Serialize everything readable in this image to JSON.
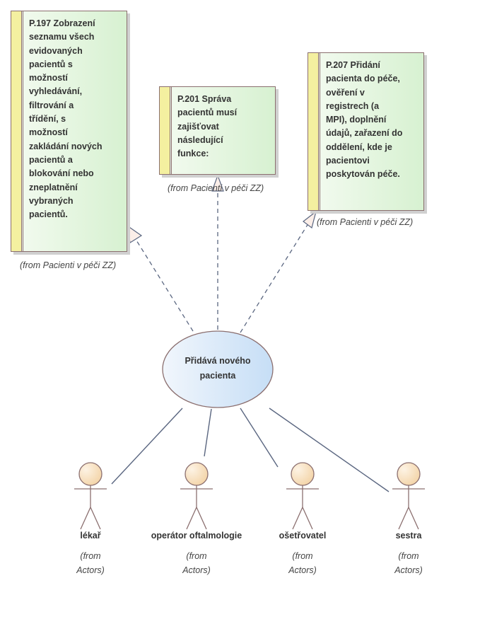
{
  "requirements": [
    {
      "id": "req-197",
      "text": "P.197  Zobrazení\nseznamu všech\nevidovaných\npacientů s\nmožností\nvyhledávání,\nfiltrování a\ntřídění, s\nmožností\nzakládání nových\npacientů a\nblokování nebo\nzneplatnění\nvybraných\npacientů.",
      "from": "(from Pacienti v péči ZZ)"
    },
    {
      "id": "req-201",
      "text": "P.201  Správa\npacientů musí\nzajišťovat\nnásledující\nfunkce:",
      "from": "(from Pacienti v péči ZZ)"
    },
    {
      "id": "req-207",
      "text": "P.207  Přidání\npacienta do péče,\nověření v\nregistrech (a\nMPI), doplnění\núdajů, zařazení do\noddělení, kde je\npacientovi\nposkytován péče.",
      "from": "(from Pacienti v péči ZZ)"
    }
  ],
  "use_case": {
    "label": "Přidává nového\npacienta"
  },
  "actors": [
    {
      "name": "lékař",
      "from": "(from\nActors)"
    },
    {
      "name": "operátor oftalmologie",
      "from": "(from\nActors)"
    },
    {
      "name": "ošetřovatel",
      "from": "(from\nActors)"
    },
    {
      "name": "sestra",
      "from": "(from\nActors)"
    }
  ],
  "colors": {
    "requirement_fill": "#d7f1d1",
    "requirement_stripe": "#f4f0a0",
    "usecase_fill": "#cfe3f7",
    "actor_fill": "#f7dcb6",
    "connector": "#5a6680",
    "border": "#8b6f6f"
  }
}
